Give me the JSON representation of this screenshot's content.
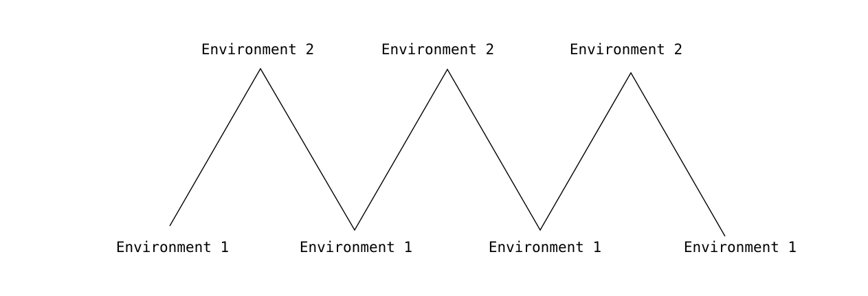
{
  "diagram": {
    "top_labels": [
      {
        "text": "Environment 2"
      },
      {
        "text": "Environment 2"
      },
      {
        "text": "Environment 2"
      }
    ],
    "bottom_labels": [
      {
        "text": "Environment 1"
      },
      {
        "text": "Environment 1"
      },
      {
        "text": "Environment 1"
      },
      {
        "text": "Environment 1"
      }
    ],
    "line_color": "#000000",
    "text_color": "#000000"
  }
}
